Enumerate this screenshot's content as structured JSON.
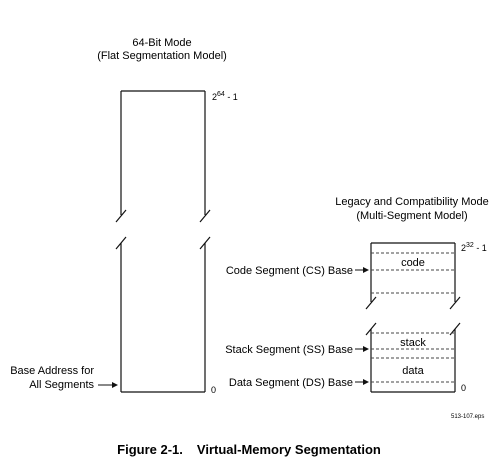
{
  "left_model": {
    "title_line1": "64-Bit Mode",
    "title_line2": "(Flat Segmentation Model)",
    "top_label_base": "2",
    "top_label_exp": "64",
    "top_label_suffix": " - 1",
    "bottom_label": "0",
    "base_label_line1": "Base Address for",
    "base_label_line2": "All Segments"
  },
  "right_model": {
    "title_line1": "Legacy and Compatibility Mode",
    "title_line2": "(Multi-Segment Model)",
    "top_label_base": "2",
    "top_label_exp": "32",
    "top_label_suffix": " - 1",
    "bottom_label": "0",
    "segments": {
      "code": "code",
      "stack": "stack",
      "data": "data"
    },
    "base_labels": {
      "cs": "Code Segment (CS) Base",
      "ss": "Stack Segment (SS) Base",
      "ds": "Data Segment (DS) Base"
    }
  },
  "file_ref": "513-107.eps",
  "caption": {
    "number": "Figure 2-1.",
    "title": "Virtual-Memory Segmentation"
  },
  "colors": {
    "line": "#111111",
    "dashed": "#444444",
    "text": "#111111"
  }
}
